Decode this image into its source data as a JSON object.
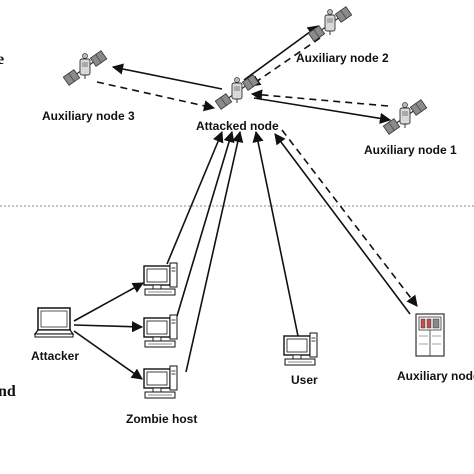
{
  "partial_text": {
    "top_left_fragment": "e",
    "bottom_left_fragment": "nd"
  },
  "nodes": {
    "attacked": "Attacked node",
    "aux1": "Auxiliary node 1",
    "aux2": "Auxiliary node 2",
    "aux3": "Auxiliary node 3",
    "aux_ground": "Auxiliary node",
    "attacker": "Attacker",
    "zombie": "Zombie host",
    "user": "User"
  },
  "icons": {
    "satellite": "satellite-icon",
    "computer": "computer-icon",
    "laptop": "laptop-icon",
    "server": "server-icon"
  },
  "colors": {
    "line": "#111111",
    "boundary": "#888888"
  }
}
